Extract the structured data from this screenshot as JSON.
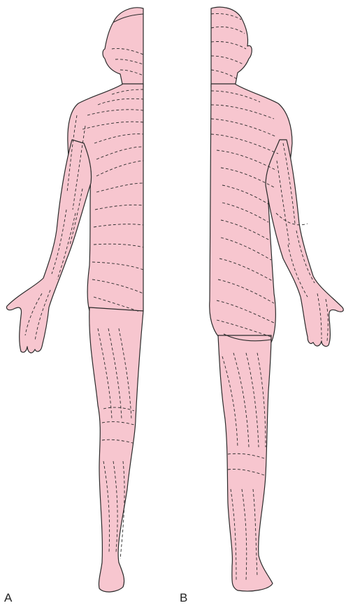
{
  "figure": {
    "panels": [
      {
        "label": "A",
        "view": "anterior"
      },
      {
        "label": "B",
        "view": "posterior"
      }
    ],
    "colors": {
      "skin": "#f7c6cf",
      "outline": "#2a2a2a",
      "background": "#ffffff"
    }
  }
}
